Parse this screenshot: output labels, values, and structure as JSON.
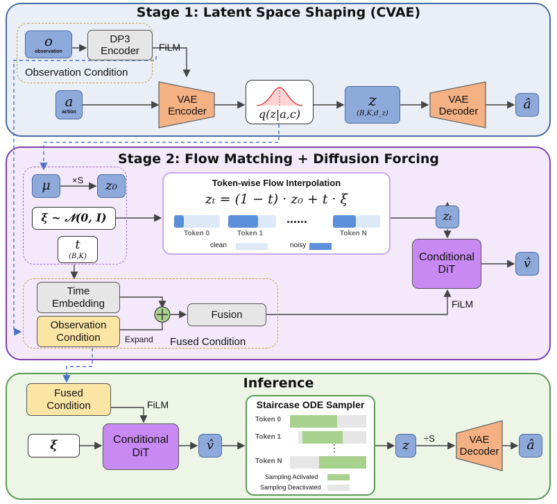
{
  "stage1": {
    "title": "Stage 1: Latent Space Shaping (CVAE)",
    "obs_symbol": "o",
    "obs_sub": "observation",
    "dp3_encoder": "DP3 Encoder",
    "obs_condition": "Observation Condition",
    "film": "FiLM",
    "action_symbol": "a",
    "action_sub": "action",
    "vae_encoder": "VAE Encoder",
    "posterior": "q(z|a,c)",
    "z_symbol": "z",
    "z_shape": "(B,K,d_z)",
    "vae_decoder": "VAE Decoder",
    "output": "â"
  },
  "stage2": {
    "title": "Stage 2: Flow Matching + Diffusion Forcing",
    "mu": "μ",
    "times_s": "×S",
    "z0": "z₀",
    "xi_dist": "ξ ~ 𝒩(0, I)",
    "t_symbol": "t",
    "t_shape": "(B,K)",
    "interp_title": "Token-wise Flow Interpolation",
    "interp_formula": "zₜ = (1 − t) · z₀ + t · ξ",
    "tokens": [
      "Token 0",
      "Token 1",
      "Token N"
    ],
    "ellipsis": "......",
    "legend_clean": "clean",
    "legend_noisy": "noisy",
    "zt": "zₜ",
    "conditional_dit": "Conditional DiT",
    "v_hat": "v̂",
    "film": "FiLM",
    "time_embedding": "Time Embedding",
    "obs_condition": "Observation Condition",
    "expand": "Expand",
    "plus": "+",
    "fusion": "Fusion",
    "fused_condition": "Fused Condition"
  },
  "inference": {
    "title": "Inference",
    "fused_condition": "Fused Condition",
    "film": "FiLM",
    "xi": "ξ",
    "conditional_dit": "Conditional DiT",
    "v_hat": "v̂",
    "sampler_title": "Staircase ODE Sampler",
    "tokens": [
      "Token 0",
      "Token 1",
      "Token N"
    ],
    "vdots": "⋮",
    "legend_active": "Sampling Activated",
    "legend_inactive": "Sampling Deactivated",
    "z": "z",
    "div_s": "÷S",
    "vae_decoder": "VAE Decoder",
    "output": "â"
  },
  "colors": {
    "stage1_bg": "#e9eef7",
    "stage1_border": "#4a6aa5",
    "stage2_bg": "#f4e9fb",
    "stage2_border": "#7a3fb0",
    "inference_bg": "#ecf5e6",
    "inference_border": "#5a9a55",
    "orange": "#f4b183",
    "green": "#a9d18e"
  }
}
